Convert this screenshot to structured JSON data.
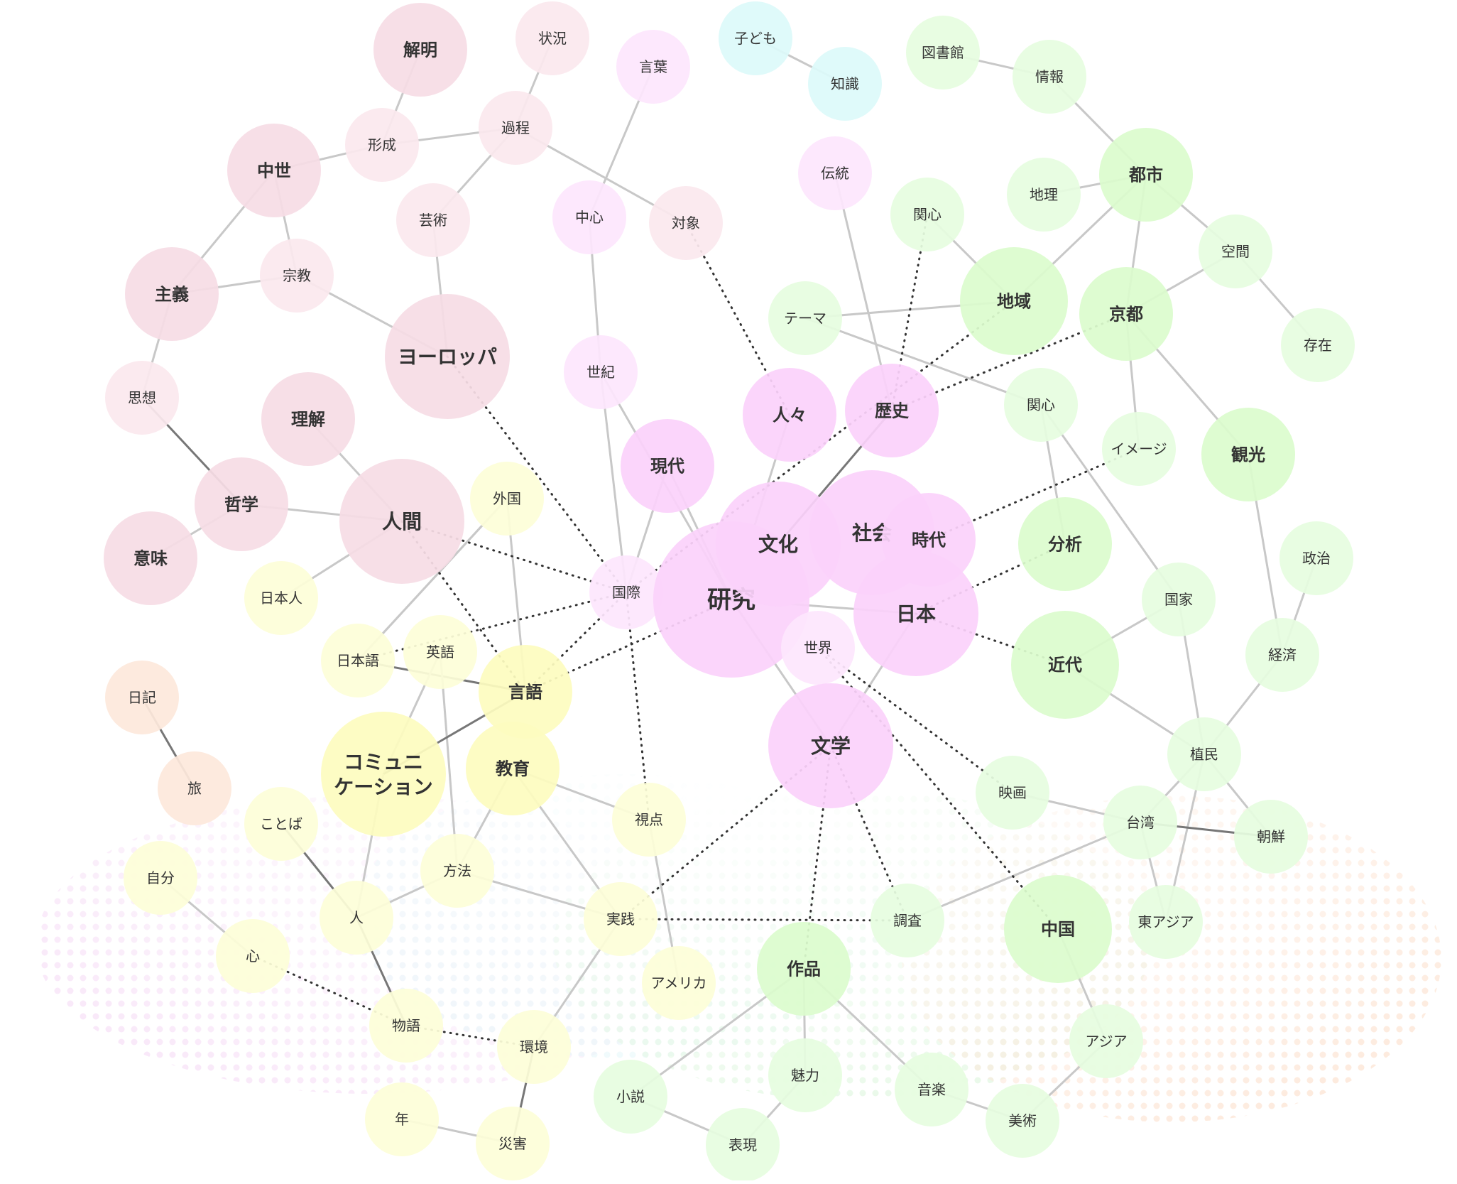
{
  "palette": {
    "pink": "#f6dde5",
    "pink_light": "#fbe8ee",
    "magenta": "#fbd2fb",
    "magenta_light": "#fde6fd",
    "yellow": "#fdfed8",
    "yellow_strong": "#fdfcc0",
    "green": "#e6fde0",
    "green_strong": "#dbfccd",
    "cyan": "#ddfafa",
    "orange": "#fde8dc",
    "edge": "#c8c8c8",
    "edge_dark": "#777777",
    "dotted": "#333333"
  },
  "nodes": [
    {
      "id": "kaimei",
      "label": "解明",
      "color": "pink"
    },
    {
      "id": "joukyou",
      "label": "状況",
      "color": "pink_light"
    },
    {
      "id": "kotoba_kanji",
      "label": "言葉",
      "color": "magenta_light"
    },
    {
      "id": "kodomo",
      "label": "子ども",
      "color": "cyan"
    },
    {
      "id": "chishiki",
      "label": "知識",
      "color": "cyan"
    },
    {
      "id": "toshokan",
      "label": "図書館",
      "color": "green"
    },
    {
      "id": "jouhou",
      "label": "情報",
      "color": "green"
    },
    {
      "id": "keisei",
      "label": "形成",
      "color": "pink_light"
    },
    {
      "id": "katei",
      "label": "過程",
      "color": "pink_light"
    },
    {
      "id": "chusei",
      "label": "中世",
      "color": "pink"
    },
    {
      "id": "geijutsu",
      "label": "芸術",
      "color": "pink_light"
    },
    {
      "id": "chushin",
      "label": "中心",
      "color": "magenta_light"
    },
    {
      "id": "taishou",
      "label": "対象",
      "color": "pink_light"
    },
    {
      "id": "dentou",
      "label": "伝統",
      "color": "magenta_light"
    },
    {
      "id": "kanshin1",
      "label": "関心",
      "color": "green"
    },
    {
      "id": "chiri",
      "label": "地理",
      "color": "green"
    },
    {
      "id": "toshi",
      "label": "都市",
      "color": "green_strong"
    },
    {
      "id": "kuukan",
      "label": "空間",
      "color": "green"
    },
    {
      "id": "shugi",
      "label": "主義",
      "color": "pink"
    },
    {
      "id": "shuukyou",
      "label": "宗教",
      "color": "pink_light"
    },
    {
      "id": "europe",
      "label": "ヨーロッパ",
      "color": "pink"
    },
    {
      "id": "theme",
      "label": "テーマ",
      "color": "green"
    },
    {
      "id": "chiiki",
      "label": "地域",
      "color": "green_strong"
    },
    {
      "id": "kyoto",
      "label": "京都",
      "color": "green_strong"
    },
    {
      "id": "sonzai",
      "label": "存在",
      "color": "green"
    },
    {
      "id": "shisou",
      "label": "思想",
      "color": "pink_light"
    },
    {
      "id": "seiki",
      "label": "世紀",
      "color": "magenta_light"
    },
    {
      "id": "hitobito",
      "label": "人々",
      "color": "magenta"
    },
    {
      "id": "rekishi",
      "label": "歴史",
      "color": "magenta"
    },
    {
      "id": "kanshin2",
      "label": "関心",
      "color": "green"
    },
    {
      "id": "image",
      "label": "イメージ",
      "color": "green"
    },
    {
      "id": "kankou",
      "label": "観光",
      "color": "green_strong"
    },
    {
      "id": "rikai",
      "label": "理解",
      "color": "pink"
    },
    {
      "id": "gendai",
      "label": "現代",
      "color": "magenta"
    },
    {
      "id": "tetsugaku",
      "label": "哲学",
      "color": "pink"
    },
    {
      "id": "ningen",
      "label": "人間",
      "color": "pink"
    },
    {
      "id": "gaikoku",
      "label": "外国",
      "color": "yellow"
    },
    {
      "id": "imi",
      "label": "意味",
      "color": "pink"
    },
    {
      "id": "nihonjin",
      "label": "日本人",
      "color": "yellow"
    },
    {
      "id": "kokusai",
      "label": "国際",
      "color": "magenta_light"
    },
    {
      "id": "kenkyu",
      "label": "研究",
      "color": "magenta"
    },
    {
      "id": "bunka",
      "label": "文化",
      "color": "magenta"
    },
    {
      "id": "shakai",
      "label": "社会",
      "color": "magenta"
    },
    {
      "id": "jidai",
      "label": "時代",
      "color": "magenta"
    },
    {
      "id": "bunseki",
      "label": "分析",
      "color": "green_strong"
    },
    {
      "id": "seiji",
      "label": "政治",
      "color": "green"
    },
    {
      "id": "kokka",
      "label": "国家",
      "color": "green"
    },
    {
      "id": "nihon",
      "label": "日本",
      "color": "magenta"
    },
    {
      "id": "sekai",
      "label": "世界",
      "color": "magenta_light"
    },
    {
      "id": "kindai",
      "label": "近代",
      "color": "green_strong"
    },
    {
      "id": "keizai",
      "label": "経済",
      "color": "green"
    },
    {
      "id": "nihongo",
      "label": "日本語",
      "color": "yellow"
    },
    {
      "id": "eigo",
      "label": "英語",
      "color": "yellow"
    },
    {
      "id": "gengo",
      "label": "言語",
      "color": "yellow_strong"
    },
    {
      "id": "nikki",
      "label": "日記",
      "color": "orange"
    },
    {
      "id": "comm",
      "label": "コミュニ|ケーション",
      "color": "yellow_strong"
    },
    {
      "id": "kyouiku",
      "label": "教育",
      "color": "yellow_strong"
    },
    {
      "id": "bungaku",
      "label": "文学",
      "color": "magenta"
    },
    {
      "id": "shokumin",
      "label": "植民",
      "color": "green"
    },
    {
      "id": "tabi",
      "label": "旅",
      "color": "orange"
    },
    {
      "id": "kotoba",
      "label": "ことば",
      "color": "yellow"
    },
    {
      "id": "shiten",
      "label": "視点",
      "color": "yellow"
    },
    {
      "id": "eiga",
      "label": "映画",
      "color": "green"
    },
    {
      "id": "taiwan",
      "label": "台湾",
      "color": "green"
    },
    {
      "id": "chousen",
      "label": "朝鮮",
      "color": "green"
    },
    {
      "id": "jibun",
      "label": "自分",
      "color": "yellow"
    },
    {
      "id": "houhou",
      "label": "方法",
      "color": "yellow"
    },
    {
      "id": "hito",
      "label": "人",
      "color": "yellow"
    },
    {
      "id": "jissen",
      "label": "実践",
      "color": "yellow"
    },
    {
      "id": "chousa",
      "label": "調査",
      "color": "green"
    },
    {
      "id": "chugoku",
      "label": "中国",
      "color": "green_strong"
    },
    {
      "id": "higashiasia",
      "label": "東アジア",
      "color": "green"
    },
    {
      "id": "kokoro",
      "label": "心",
      "color": "yellow"
    },
    {
      "id": "sakuhin",
      "label": "作品",
      "color": "green_strong"
    },
    {
      "id": "america",
      "label": "アメリカ",
      "color": "yellow"
    },
    {
      "id": "monogatari",
      "label": "物語",
      "color": "yellow"
    },
    {
      "id": "kankyou",
      "label": "環境",
      "color": "yellow"
    },
    {
      "id": "asia",
      "label": "アジア",
      "color": "green"
    },
    {
      "id": "shousetsu",
      "label": "小説",
      "color": "green"
    },
    {
      "id": "miryoku",
      "label": "魅力",
      "color": "green"
    },
    {
      "id": "ongaku",
      "label": "音楽",
      "color": "green"
    },
    {
      "id": "bijutsu",
      "label": "美術",
      "color": "green"
    },
    {
      "id": "toshi_year",
      "label": "年",
      "color": "yellow"
    },
    {
      "id": "saigai",
      "label": "災害",
      "color": "yellow"
    },
    {
      "id": "hyougen",
      "label": "表現",
      "color": "green"
    }
  ],
  "edges": [
    [
      "kaimei",
      "keisei",
      "s"
    ],
    [
      "joukyou",
      "katei",
      "s"
    ],
    [
      "keisei",
      "katei",
      "s"
    ],
    [
      "keisei",
      "chusei",
      "s"
    ],
    [
      "katei",
      "geijutsu",
      "s"
    ],
    [
      "katei",
      "taishou",
      "s"
    ],
    [
      "kotoba_kanji",
      "chushin",
      "s"
    ],
    [
      "kodomo",
      "chishiki",
      "s"
    ],
    [
      "toshokan",
      "jouhou",
      "s"
    ],
    [
      "jouhou",
      "toshi",
      "s"
    ],
    [
      "chusei",
      "shugi",
      "s"
    ],
    [
      "chusei",
      "shuukyou",
      "s"
    ],
    [
      "shugi",
      "shuukyou",
      "s"
    ],
    [
      "shugi",
      "shisou",
      "s"
    ],
    [
      "shuukyou",
      "europe",
      "s"
    ],
    [
      "geijutsu",
      "europe",
      "s"
    ],
    [
      "chushin",
      "seiki",
      "s"
    ],
    [
      "shisou",
      "tetsugaku",
      "d"
    ],
    [
      "rikai",
      "ningen",
      "s"
    ],
    [
      "tetsugaku",
      "ningen",
      "s"
    ],
    [
      "tetsugaku",
      "imi",
      "s"
    ],
    [
      "ningen",
      "nihonjin",
      "s"
    ],
    [
      "dentou",
      "rekishi",
      "s"
    ],
    [
      "toshi",
      "chiri",
      "s"
    ],
    [
      "toshi",
      "chiiki",
      "s"
    ],
    [
      "toshi",
      "kyoto",
      "s"
    ],
    [
      "toshi",
      "kuukan",
      "s"
    ],
    [
      "kuukan",
      "kyoto",
      "s"
    ],
    [
      "kuukan",
      "sonzai",
      "s"
    ],
    [
      "kanshin1",
      "chiiki",
      "s"
    ],
    [
      "chiiki",
      "theme",
      "s"
    ],
    [
      "kyoto",
      "image",
      "s"
    ],
    [
      "kyoto",
      "kankou",
      "s"
    ],
    [
      "theme",
      "kanshin2",
      "s"
    ],
    [
      "kanshin2",
      "bunseki",
      "s"
    ],
    [
      "kanshin2",
      "kokka",
      "s"
    ],
    [
      "kankou",
      "keizai",
      "s"
    ],
    [
      "seiji",
      "keizai",
      "s"
    ],
    [
      "keizai",
      "shokumin",
      "s"
    ],
    [
      "kokka",
      "kindai",
      "s"
    ],
    [
      "kokka",
      "shokumin",
      "s"
    ],
    [
      "kindai",
      "shokumin",
      "s"
    ],
    [
      "shokumin",
      "taiwan",
      "s"
    ],
    [
      "shokumin",
      "chousen",
      "s"
    ],
    [
      "shokumin",
      "higashiasia",
      "s"
    ],
    [
      "taiwan",
      "chousen",
      "d"
    ],
    [
      "taiwan",
      "eiga",
      "s"
    ],
    [
      "taiwan",
      "chousa",
      "s"
    ],
    [
      "taiwan",
      "higashiasia",
      "s"
    ],
    [
      "chugoku",
      "asia",
      "s"
    ],
    [
      "asia",
      "bijutsu",
      "s"
    ],
    [
      "ongaku",
      "bijutsu",
      "s"
    ],
    [
      "sakuhin",
      "ongaku",
      "s"
    ],
    [
      "sakuhin",
      "miryoku",
      "s"
    ],
    [
      "sakuhin",
      "shousetsu",
      "s"
    ],
    [
      "shousetsu",
      "hyougen",
      "s"
    ],
    [
      "miryoku",
      "hyougen",
      "s"
    ],
    [
      "seiki",
      "kenkyu",
      "s"
    ],
    [
      "seiki",
      "kokusai",
      "s"
    ],
    [
      "hitobito",
      "kenkyu",
      "s"
    ],
    [
      "rekishi",
      "bunka",
      "d"
    ],
    [
      "gendai",
      "kenkyu",
      "s"
    ],
    [
      "gendai",
      "kokusai",
      "s"
    ],
    [
      "kenkyu",
      "bungaku",
      "s"
    ],
    [
      "nihon",
      "bungaku",
      "s"
    ],
    [
      "kenkyu",
      "nihon",
      "s"
    ],
    [
      "gaikoku",
      "gengo",
      "s"
    ],
    [
      "gaikoku",
      "nihongo",
      "s"
    ],
    [
      "nihongo",
      "gengo",
      "d"
    ],
    [
      "eigo",
      "comm",
      "s"
    ],
    [
      "eigo",
      "houhou",
      "s"
    ],
    [
      "gengo",
      "comm",
      "d"
    ],
    [
      "kyouiku",
      "houhou",
      "s"
    ],
    [
      "kyouiku",
      "shiten",
      "s"
    ],
    [
      "kyouiku",
      "jissen",
      "s"
    ],
    [
      "comm",
      "hito",
      "s"
    ],
    [
      "kotoba",
      "hito",
      "d"
    ],
    [
      "houhou",
      "hito",
      "s"
    ],
    [
      "houhou",
      "jissen",
      "s"
    ],
    [
      "hito",
      "monogatari",
      "d"
    ],
    [
      "jissen",
      "kankyou",
      "s"
    ],
    [
      "kankyou",
      "saigai",
      "d"
    ],
    [
      "toshi_year",
      "saigai",
      "s"
    ],
    [
      "nikki",
      "tabi",
      "d"
    ],
    [
      "jibun",
      "kokoro",
      "s"
    ],
    [
      "shiten",
      "america",
      "s"
    ],
    [
      "gaikoku",
      "nihongo",
      "s"
    ],
    [
      "taishou",
      "hitobito",
      "t"
    ],
    [
      "europe",
      "kokusai",
      "t"
    ],
    [
      "ningen",
      "kokusai",
      "t"
    ],
    [
      "ningen",
      "gengo",
      "t"
    ],
    [
      "kokusai",
      "nihongo",
      "t"
    ],
    [
      "kokusai",
      "gengo",
      "t"
    ],
    [
      "kokusai",
      "shiten",
      "t"
    ],
    [
      "kenkyu",
      "gengo",
      "t"
    ],
    [
      "chiiki",
      "kokusai",
      "t"
    ],
    [
      "kanshin1",
      "rekishi",
      "t"
    ],
    [
      "kyoto",
      "rekishi",
      "t"
    ],
    [
      "image",
      "jidai",
      "t"
    ],
    [
      "bunseki",
      "nihon",
      "t"
    ],
    [
      "nihon",
      "kindai",
      "t"
    ],
    [
      "sekai",
      "chugoku",
      "t"
    ],
    [
      "sekai",
      "eiga",
      "t"
    ],
    [
      "bungaku",
      "chousa",
      "t"
    ],
    [
      "bungaku",
      "jissen",
      "t"
    ],
    [
      "bungaku",
      "sakuhin",
      "t"
    ],
    [
      "jissen",
      "chousa",
      "t"
    ],
    [
      "kokoro",
      "monogatari",
      "t"
    ],
    [
      "monogatari",
      "kankyou",
      "t"
    ]
  ],
  "legend": []
}
